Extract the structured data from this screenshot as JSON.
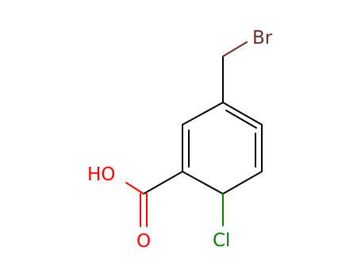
{
  "molecule": {
    "atoms": {
      "bromine": {
        "label": "Br",
        "color": "#6b2e2e"
      },
      "hydroxyl": {
        "label": "HO",
        "color": "#ff0000"
      },
      "carbonyl_oxygen": {
        "label": "O",
        "color": "#ff0000"
      },
      "chlorine": {
        "label": "Cl",
        "color": "#008000"
      }
    },
    "bond_color": "#000000"
  }
}
